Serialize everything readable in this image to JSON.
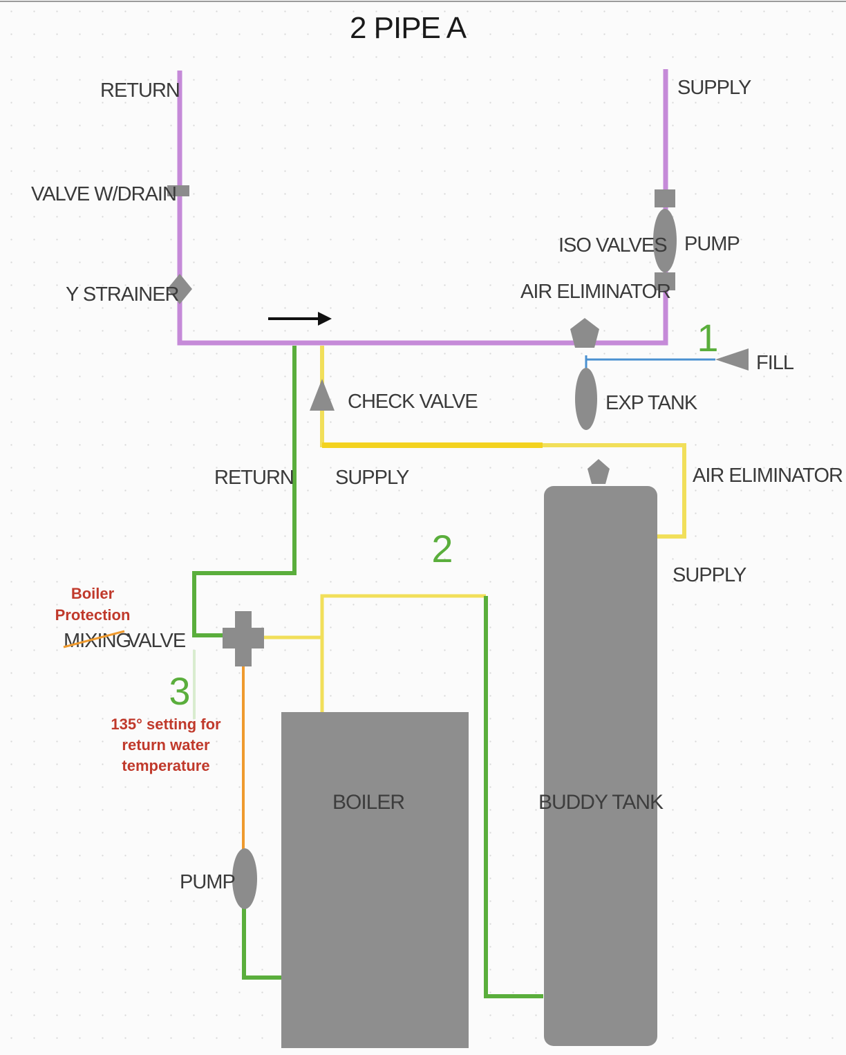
{
  "title": "2 PIPE A",
  "labels": {
    "return_top": "RETURN",
    "supply_top": "SUPPLY",
    "valve_drain": "VALVE W/DRAIN",
    "iso_valves": "ISO VALVES",
    "pump_top": "PUMP",
    "y_strainer": "Y STRAINER",
    "air_eliminator_top": "AIR ELIMINATOR",
    "fill": "FILL",
    "check_valve": "CHECK VALVE",
    "exp_tank": "EXP TANK",
    "return_mid": "RETURN",
    "supply_mid": "SUPPLY",
    "air_eliminator_right": "AIR ELIMINATOR",
    "supply_right": "SUPPLY",
    "mixing_struck": "MIXING",
    "valve": "VALVE",
    "pump_bottom": "PUMP",
    "boiler": "BOILER",
    "buddy_tank": "BUDDY TANK"
  },
  "annotations": {
    "boiler_protection_line1": "Boiler",
    "boiler_protection_line2": "Protection",
    "setting_line1": "135° setting for",
    "setting_line2": "return water",
    "setting_line3": "temperature"
  },
  "markers": [
    "1",
    "2",
    "3"
  ],
  "colors": {
    "system_loop": "#c58ad8",
    "return_line": "#5aae3c",
    "supply_line": "#f1df5a",
    "fill_line": "#4a90d0",
    "mixing_line": "#ef9a2e",
    "components": "#8c8c8c",
    "annotation": "#c0392b",
    "marker": "#5aae3c"
  }
}
